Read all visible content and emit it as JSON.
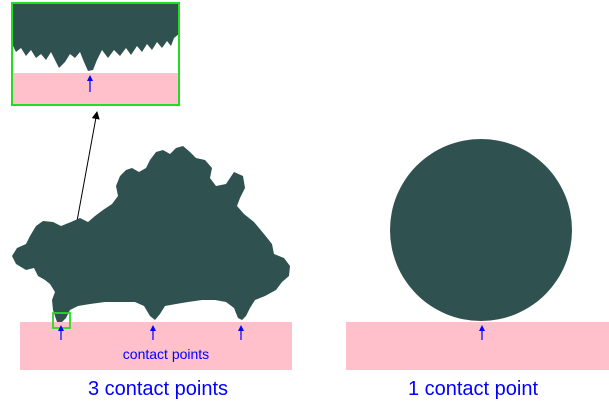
{
  "labels": {
    "inner": "contact points",
    "left_caption": "3 contact points",
    "right_caption": "1 contact point"
  },
  "colors": {
    "particle": "#2f5250",
    "surface": "#ffc0cb",
    "arrow": "#0000ff",
    "highlight": "#22dd22",
    "leader": "#000000"
  },
  "icons": [
    "up-arrow-icon"
  ]
}
